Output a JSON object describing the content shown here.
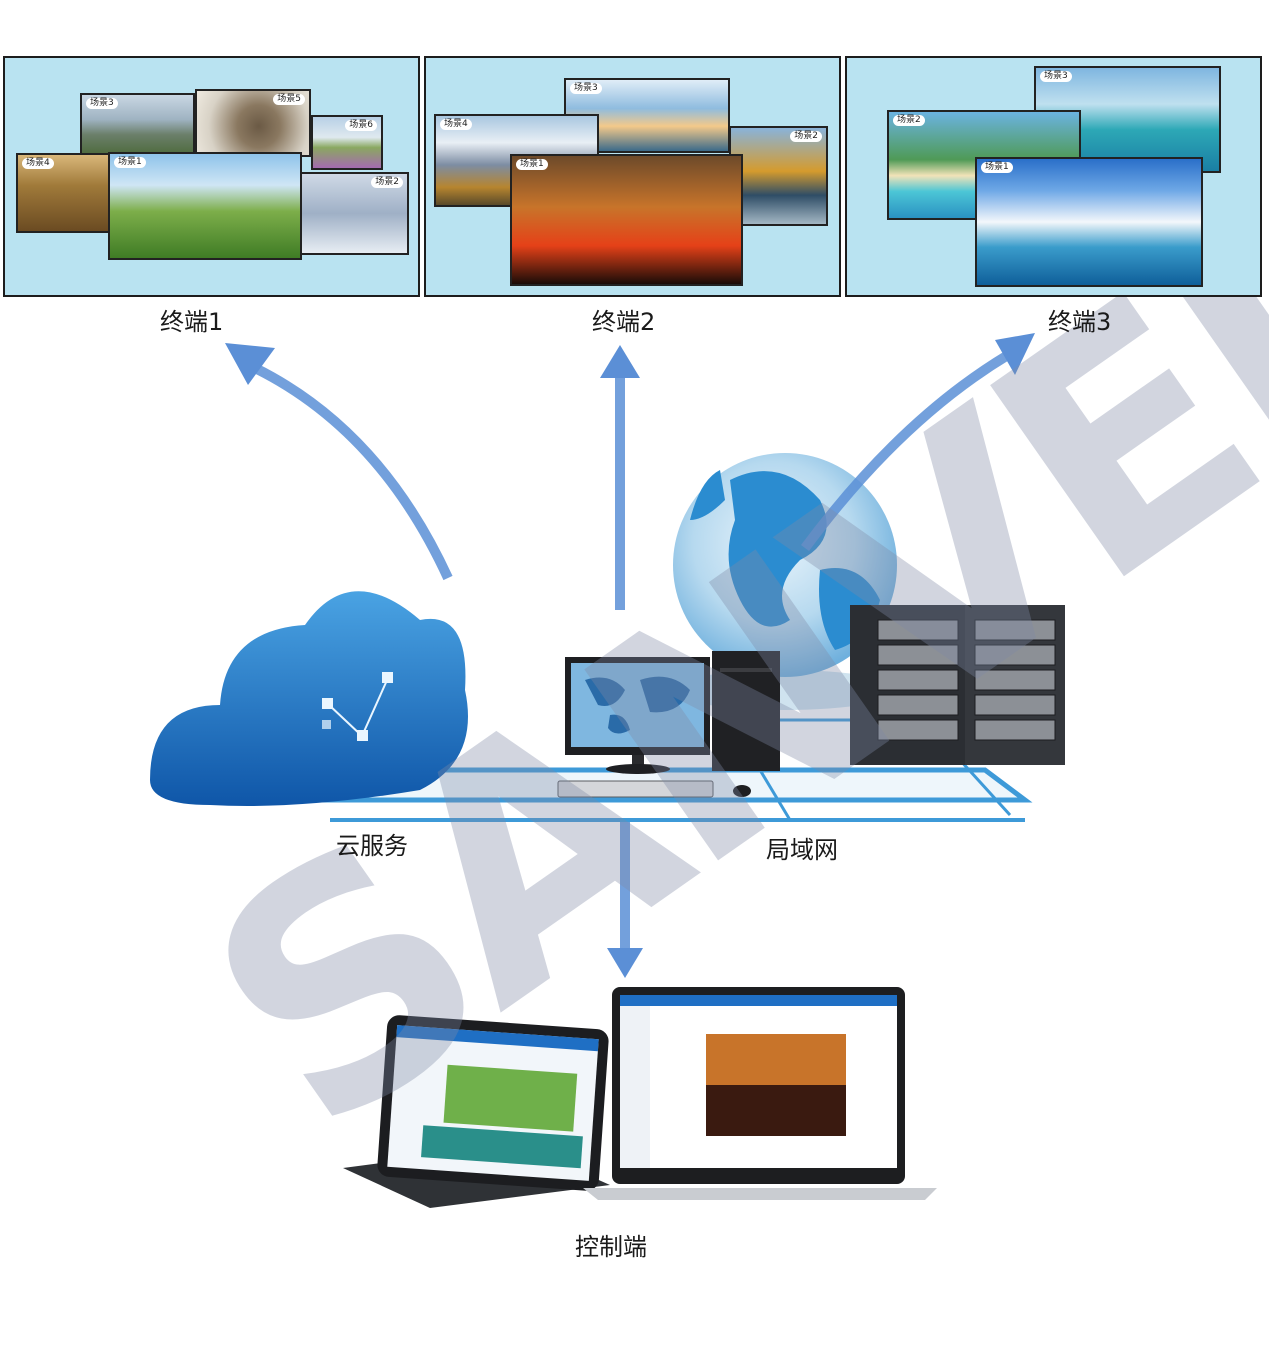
{
  "terminals": [
    {
      "label": "终端1",
      "scenes": [
        {
          "tag": "场景3",
          "style": "sky-mtn"
        },
        {
          "tag": "场景5",
          "style": "hawk"
        },
        {
          "tag": "场景6",
          "style": "flowers"
        },
        {
          "tag": "场景4",
          "style": "autumn"
        },
        {
          "tag": "场景2",
          "style": "statue"
        },
        {
          "tag": "场景1",
          "style": "meadow"
        }
      ]
    },
    {
      "label": "终端2",
      "scenes": [
        {
          "tag": "场景3",
          "style": "sunset-sea"
        },
        {
          "tag": "场景4",
          "style": "snow-mtn"
        },
        {
          "tag": "场景2",
          "style": "lake-autumn"
        },
        {
          "tag": "场景1",
          "style": "red-sky"
        }
      ]
    },
    {
      "label": "终端3",
      "scenes": [
        {
          "tag": "场景3",
          "style": "island"
        },
        {
          "tag": "场景2",
          "style": "tropic"
        },
        {
          "tag": "场景1",
          "style": "clouds"
        }
      ]
    }
  ],
  "labels": {
    "cloud": "云服务",
    "lan": "局域网",
    "control": "控制端"
  },
  "watermark": "SANVEI",
  "colors": {
    "arrow": "#5b8fd6",
    "panel": "#b9e3f1",
    "network": "#4da6e0"
  }
}
